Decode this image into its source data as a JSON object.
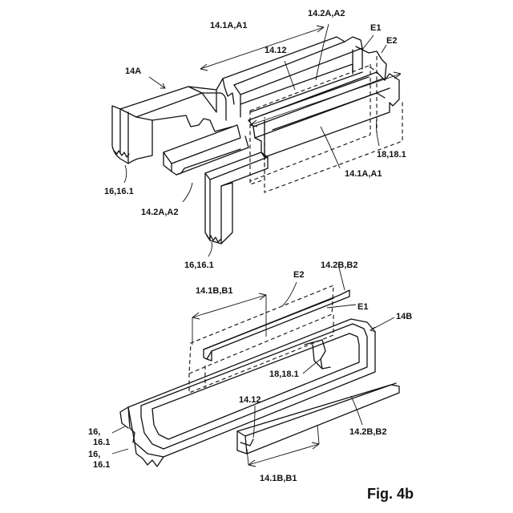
{
  "figure": {
    "caption": "Fig. 4b",
    "labels": {
      "l_14A": "14A",
      "l_14_1A_A1_top": "14.1A,A1",
      "l_14_2A_A2_top": "14.2A,A2",
      "l_14_12_top": "14.12",
      "l_E1_top": "E1",
      "l_E2_top": "E2",
      "l_18_18_1_top": "18,18.1",
      "l_14_1A_A1_mid": "14.1A,A1",
      "l_16_16_1_a": "16,16.1",
      "l_14_2A_A2_bot": "14.2A,A2",
      "l_16_16_1_b": "16,16.1",
      "l_14_2B_B2_top": "14.2B,B2",
      "l_E2_bot": "E2",
      "l_14_1B_B1_top": "14.1B,B1",
      "l_E1_bot": "E1",
      "l_14B": "14B",
      "l_18_18_1_bot": "18,18.1",
      "l_14_12_bot": "14.12",
      "l_16_a": "16,",
      "l_16_1_a": "16.1",
      "l_16_b": "16,",
      "l_16_1_b": "16.1",
      "l_14_2B_B2_bot": "14.2B,B2",
      "l_14_1B_B1_bot": "14.1B,B1"
    }
  }
}
